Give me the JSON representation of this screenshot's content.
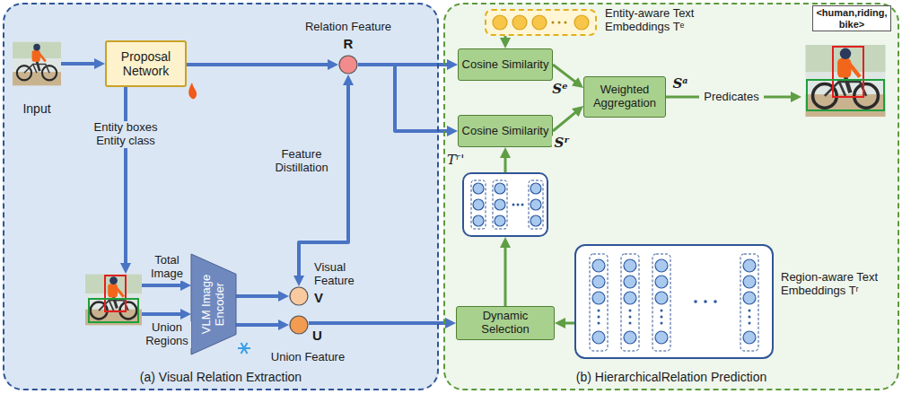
{
  "diagram": {
    "nodes": [
      {
        "text": [
          "(a) Visual Relation Extraction"
        ]
      },
      {
        "text": [
          "Input"
        ],
        "in": 0
      },
      {
        "text": [
          "Proposal Network"
        ],
        "in": 0
      },
      {
        "text": [
          "Relation Feature",
          "R"
        ],
        "in": 0
      },
      {
        "text": [],
        "in": 0
      },
      {
        "text": [
          "VLM Image Encoder"
        ],
        "in": 0
      },
      {
        "text": [
          "Visual Feature",
          "V"
        ],
        "in": 0
      },
      {
        "text": [
          "Union Feature",
          "U"
        ],
        "in": 0
      },
      {
        "text": [
          "(b) HierarchicalRelation Prediction"
        ]
      },
      {
        "text": [
          "Entity-aware Text Embeddings Tᵉ"
        ],
        "in": 8
      },
      {
        "text": [
          "Cosine Similarity"
        ],
        "in": 8
      },
      {
        "text": [
          "Cosine Similarity"
        ],
        "in": 8
      },
      {
        "text": [
          "Weighted Aggregation"
        ],
        "in": 8
      },
      {
        "text": [
          "<human,riding, bike>"
        ],
        "in": 8
      },
      {
        "text": [
          "Tʳ'"
        ],
        "in": 8
      },
      {
        "text": [
          "Dynamic Selection"
        ],
        "in": 8
      },
      {
        "text": [
          "Region-aware Text Embeddings Tʳ"
        ],
        "in": 8
      }
    ],
    "edges": [
      {
        "from": 1,
        "to": 2,
        "arrow": "to"
      },
      {
        "from": 2,
        "to": 3,
        "arrow": "to"
      },
      {
        "from": 2,
        "to": 4,
        "arrow": "to",
        "label": "Entity boxes Entity class"
      },
      {
        "from": 4,
        "to": 5,
        "arrow": "to",
        "label": "Total Image"
      },
      {
        "from": 4,
        "to": 5,
        "arrow": "to",
        "label": "Union Regions"
      },
      {
        "from": 5,
        "to": 6,
        "arrow": "to"
      },
      {
        "from": 5,
        "to": 7,
        "arrow": "to"
      },
      {
        "from": 3,
        "to": 6,
        "arrow": "both",
        "label": "Feature Distillation"
      },
      {
        "from": 3,
        "to": 10,
        "arrow": "to"
      },
      {
        "from": 3,
        "to": 11,
        "arrow": "to"
      },
      {
        "from": 9,
        "to": 10,
        "arrow": "to"
      },
      {
        "from": 14,
        "to": 11,
        "arrow": "to"
      },
      {
        "from": 10,
        "to": 12,
        "arrow": "to",
        "label": "Sᵉ"
      },
      {
        "from": 11,
        "to": 12,
        "arrow": "to",
        "label": "Sʳ"
      },
      {
        "from": 12,
        "to": 13,
        "arrow": "to",
        "label": "Predicates"
      },
      {
        "from": 15,
        "to": 14,
        "arrow": "to"
      },
      {
        "from": 16,
        "to": 15,
        "arrow": "to"
      },
      {
        "from": 7,
        "to": 15,
        "arrow": "to"
      }
    ],
    "labels": [
      "Sᵃ"
    ]
  }
}
